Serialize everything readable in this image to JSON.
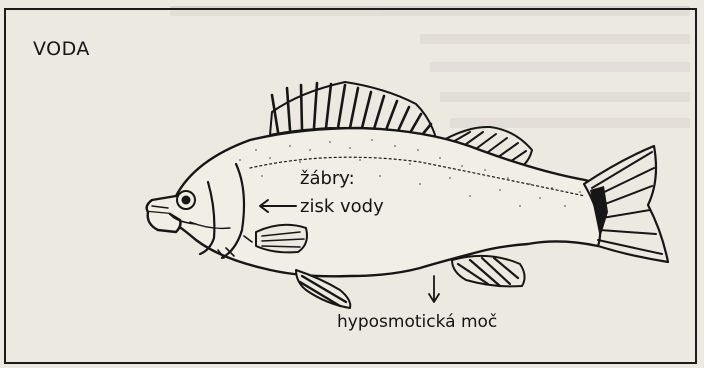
{
  "figure": {
    "title": "VODA",
    "gills_label_line1": "žábry:",
    "gills_label_line2": "zisk vody",
    "urine_label": "hyposmotická moč"
  },
  "colors": {
    "ink": "#161616",
    "paper": "#ece9e1"
  }
}
